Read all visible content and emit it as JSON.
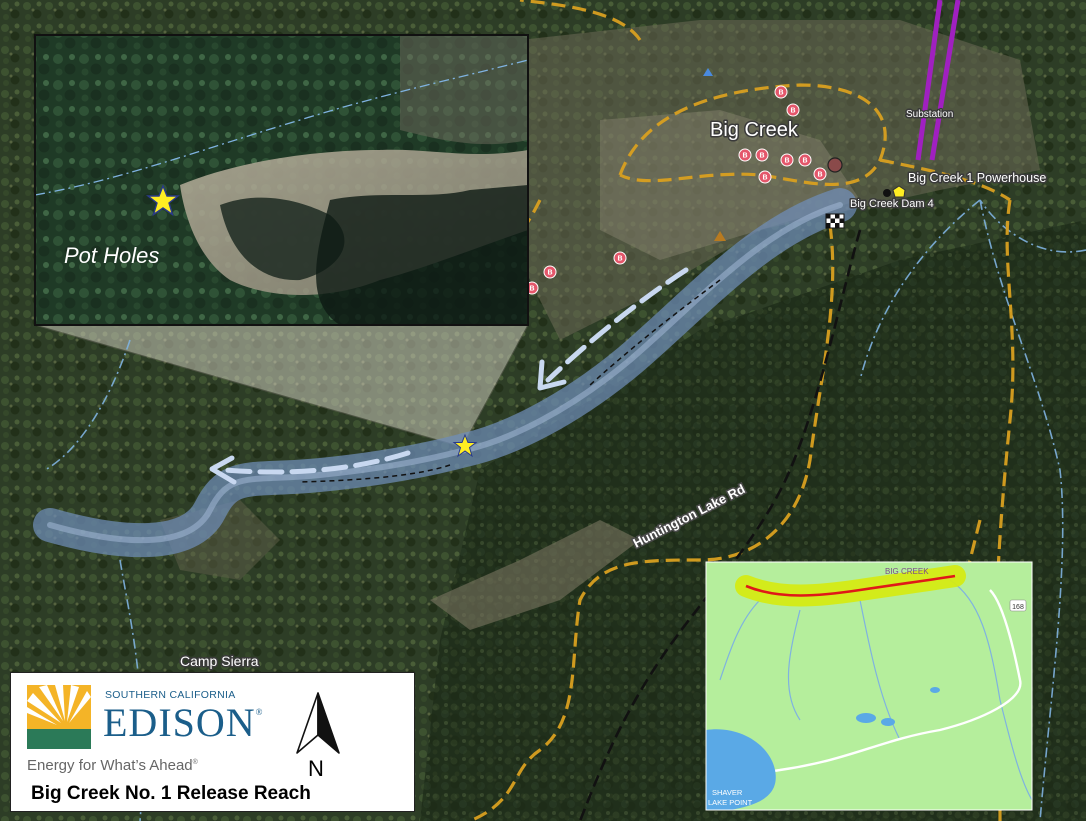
{
  "map": {
    "labels": {
      "town": "Big Creek",
      "substation": "Substation",
      "powerhouse": "Big Creek 1 Powerhouse",
      "dam": "Big Creek Dam 4",
      "road": "Huntington Lake Rd",
      "camp": "Camp Sierra"
    },
    "inset_detail": {
      "label": "Pot Holes"
    },
    "locator": {
      "town": "BIG CREEK",
      "highway": "168",
      "lake": "SHAVER LAKE POINT"
    },
    "colors": {
      "river_highlight": "#6f8db8",
      "flow_arrow": "#c8d8f0",
      "trail": "#d9a020",
      "transmission": "#a020c0",
      "star": "#ffee22",
      "locator_bg": "#b5ee9c",
      "locator_reach": "#e01818",
      "locator_buffer": "#d6ea10"
    },
    "icons": [
      "star-icon",
      "north-arrow-icon",
      "edison-sun-icon",
      "poi-marker-icon",
      "dam-icon",
      "powerhouse-icon"
    ]
  },
  "legend": {
    "company_sub": "SOUTHERN CALIFORNIA",
    "company_name": "EDISON",
    "registered": "®",
    "tagline": "Energy for What’s Ahead",
    "north_label": "N",
    "title": "Big Creek No. 1 Release Reach"
  }
}
